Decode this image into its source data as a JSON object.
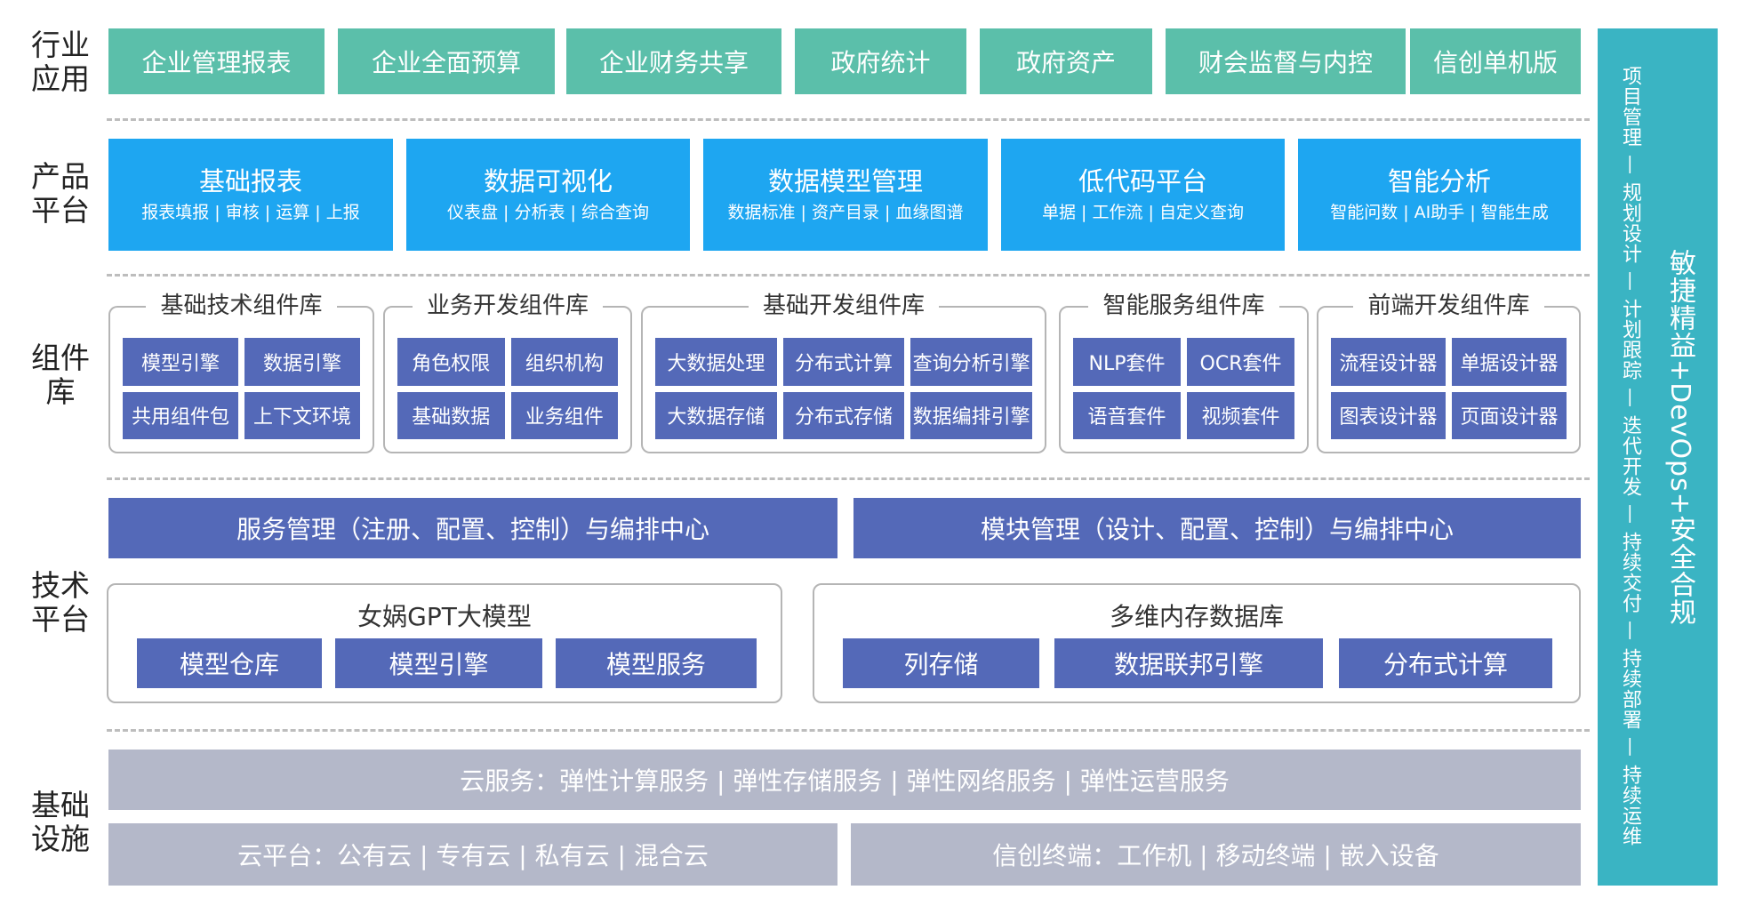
{
  "rows": {
    "industry": [
      "行业",
      "应用"
    ],
    "product": [
      "产品",
      "平台"
    ],
    "component": [
      "组件",
      "库"
    ],
    "tech": [
      "技术",
      "平台"
    ],
    "infra": [
      "基础",
      "设施"
    ]
  },
  "industry_apps": [
    "企业管理报表",
    "企业全面预算",
    "企业财务共享",
    "政府统计",
    "政府资产",
    "财会监督与内控",
    "信创单机版"
  ],
  "products": [
    {
      "title": "基础报表",
      "sub": "报表填报 | 审核 | 运算 | 上报"
    },
    {
      "title": "数据可视化",
      "sub": "仪表盘 | 分析表 | 综合查询"
    },
    {
      "title": "数据模型管理",
      "sub": "数据标准 | 资产目录 | 血缘图谱"
    },
    {
      "title": "低代码平台",
      "sub": "单据 | 工作流 | 自定义查询"
    },
    {
      "title": "智能分析",
      "sub": "智能问数 | AI助手 | 智能生成"
    }
  ],
  "components": [
    {
      "title": "基础技术组件库",
      "items": [
        "模型引擎",
        "数据引擎",
        "共用组件包",
        "上下文环境"
      ]
    },
    {
      "title": "业务开发组件库",
      "items": [
        "角色权限",
        "组织机构",
        "基础数据",
        "业务组件"
      ]
    },
    {
      "title": "基础开发组件库",
      "items": [
        "大数据处理",
        "分布式计算",
        "查询分析引擎",
        "大数据存储",
        "分布式存储",
        "数据编排引擎"
      ]
    },
    {
      "title": "智能服务组件库",
      "items": [
        "NLP套件",
        "OCR套件",
        "语音套件",
        "视频套件"
      ]
    },
    {
      "title": "前端开发组件库",
      "items": [
        "流程设计器",
        "单据设计器",
        "图表设计器",
        "页面设计器"
      ]
    }
  ],
  "tech": {
    "service_mgmt": "服务管理（注册、配置、控制）与编排中心",
    "module_mgmt": "模块管理（设计、配置、控制）与编排中心",
    "gpt": {
      "title": "女娲GPT大模型",
      "items": [
        "模型仓库",
        "模型引擎",
        "模型服务"
      ]
    },
    "memdb": {
      "title": "多维内存数据库",
      "items": [
        "列存储",
        "数据联邦引擎",
        "分布式计算"
      ]
    }
  },
  "infra": {
    "cloud_service": "云服务：弹性计算服务 | 弹性存储服务 | 弹性网络服务 | 弹性运营服务",
    "cloud_platform": "云平台：公有云 | 专有云 | 私有云 | 混合云",
    "xinchuang": "信创终端：工作机 | 移动终端 | 嵌入设备"
  },
  "side": {
    "main": "敏捷精益+DevOps+安全合规",
    "steps": "项目管理 — 规划设计 — 计划跟踪 — 迭代开发 — 持续交付 — 持续部署 — 持续运维"
  },
  "colors": {
    "teal": "#5bbfaa",
    "blue": "#1ea6f1",
    "indigo": "#5469b8",
    "grey": "#b4b8c9",
    "side": "#3ab4c3"
  }
}
